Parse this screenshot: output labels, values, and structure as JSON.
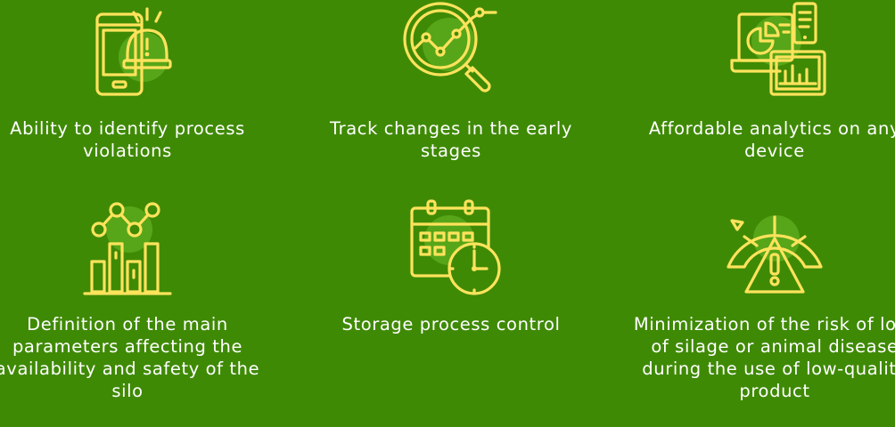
{
  "colors": {
    "background": "#3f8a05",
    "icon_stroke": "#ffe35c",
    "icon_accent": "#57a619",
    "text": "#ffffff"
  },
  "features": [
    {
      "icon": "phone-alert-icon",
      "text": "Ability to identify process violations"
    },
    {
      "icon": "magnifier-chart-icon",
      "text": "Track changes in the early stages"
    },
    {
      "icon": "devices-analytics-icon",
      "text": "Affordable analytics on any device"
    },
    {
      "icon": "bar-line-chart-icon",
      "text": "Definition of the main parameters affecting the availability and safety of the silo"
    },
    {
      "icon": "calendar-clock-icon",
      "text": "Storage process control"
    },
    {
      "icon": "gauge-warning-icon",
      "text": "Minimization of the risk of loss of silage or animal disease during the use of low-quality product"
    }
  ]
}
